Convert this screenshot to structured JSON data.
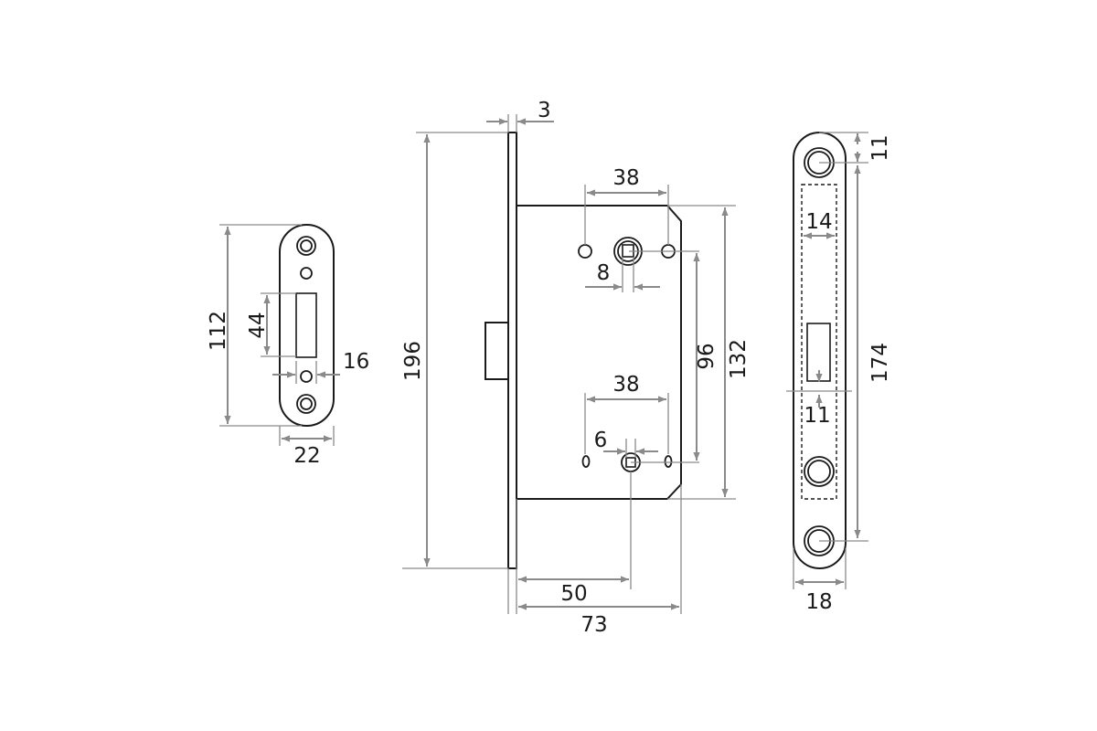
{
  "dimensions": {
    "strike_plate": {
      "height": "112",
      "opening_height": "44",
      "opening_width": "16",
      "width": "22"
    },
    "lock_body": {
      "faceplate_thickness": "3",
      "faceplate_height": "196",
      "handle_hole_spacing": "38",
      "spindle_size": "8",
      "handle_to_bolt_spacing": "96",
      "case_height": "132",
      "bolt_hole_spacing": "38",
      "thumbturn_size": "6",
      "backset": "50",
      "case_depth": "73"
    },
    "faceplate": {
      "end_offset": "11",
      "slot_width": "14",
      "hole_spacing": "174",
      "slot_offset": "11",
      "width": "18"
    }
  },
  "colors": {
    "outline": "#1a1a1a",
    "dimension_line": "#8a8a8a",
    "background": "#ffffff"
  }
}
